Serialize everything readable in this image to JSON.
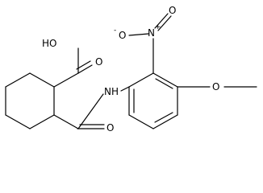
{
  "molecule": {
    "atom_labels": {
      "carboxyl_oh": "HO",
      "carboxyl_o": "O",
      "amide_o": "O",
      "amide_nh": "NH",
      "nitro_n": "N",
      "nitro_n_charge": "+",
      "nitro_o_minus": "O",
      "nitro_o_minus_charge": "-",
      "nitro_o": "O",
      "methoxy_o": "O"
    }
  }
}
